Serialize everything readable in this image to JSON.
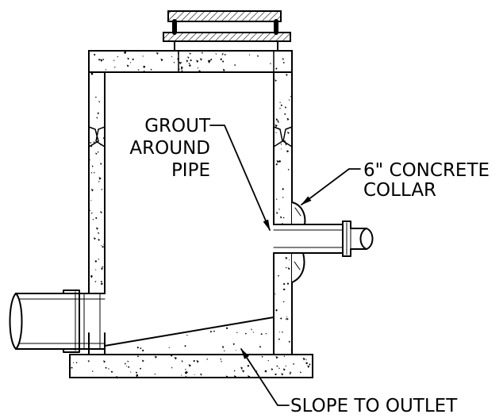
{
  "labels": {
    "grout_line1": "GROUT",
    "grout_line2": "AROUND",
    "grout_line3": "PIPE",
    "collar_line1": "6\" CONCRETE",
    "collar_line2": "COLLAR",
    "slope": "SLOPE TO OUTLET"
  },
  "colors": {
    "ink": "#000000",
    "background": "#ffffff"
  }
}
